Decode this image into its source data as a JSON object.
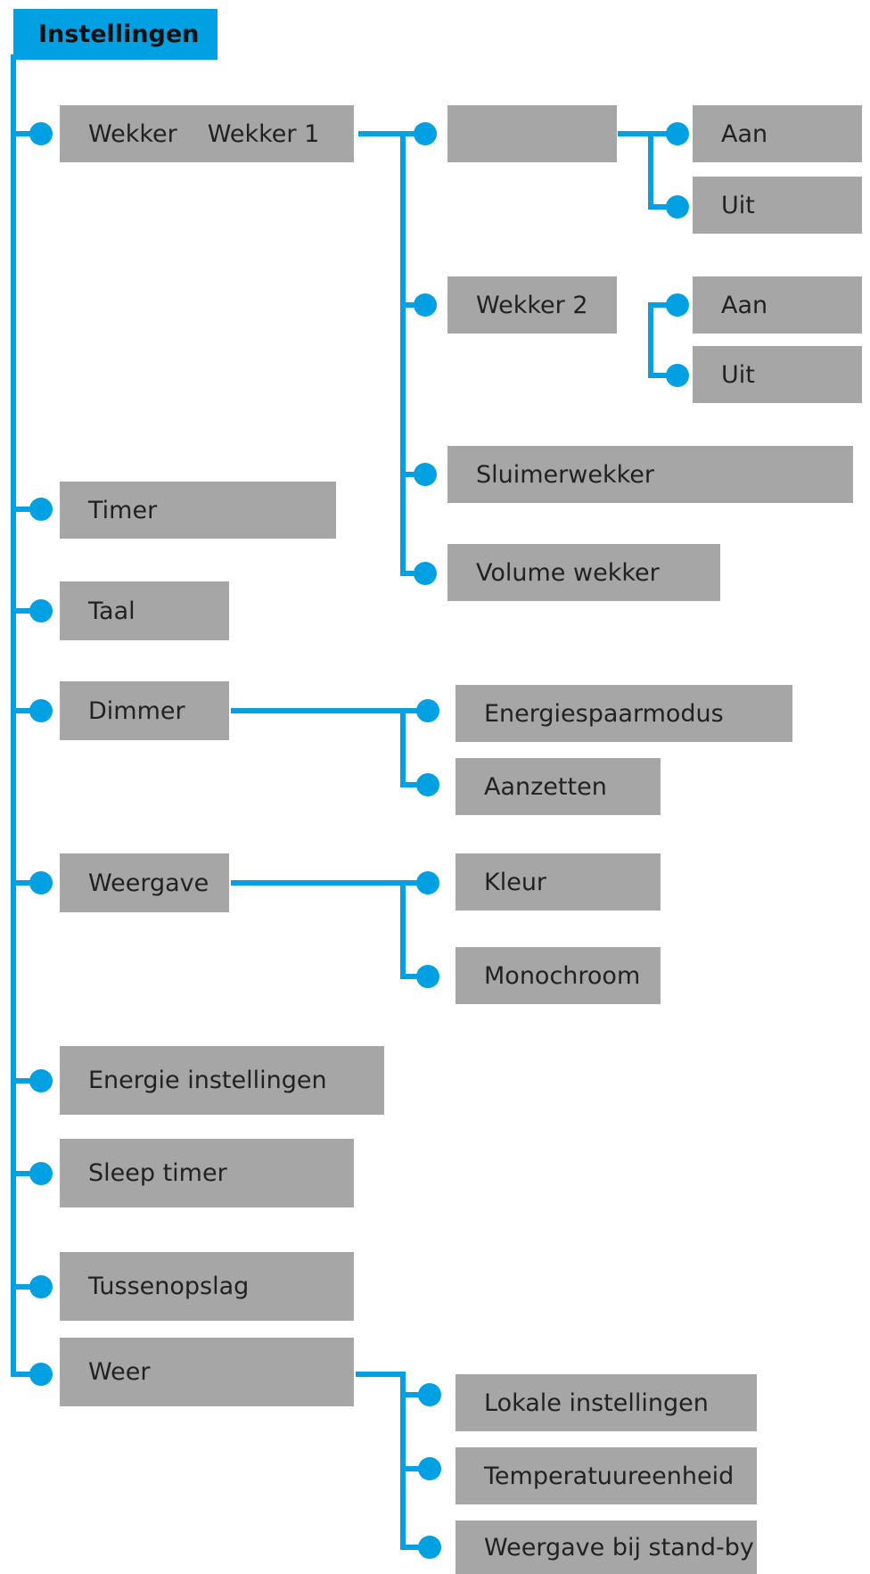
{
  "colors": {
    "accent": "#00a0e3",
    "box": "#a6a6a6",
    "text": "#222222"
  },
  "root": {
    "label": "Instellingen"
  },
  "wekker": {
    "label": "Wekker",
    "sub_label": "Wekker 1"
  },
  "wekker1_options": {
    "aan": "Aan",
    "uit": "Uit"
  },
  "wekker2": {
    "label": "Wekker 2"
  },
  "wekker2_options": {
    "aan": "Aan",
    "uit": "Uit"
  },
  "sluimerwekker": {
    "label": "Sluimerwekker"
  },
  "volume_wekker": {
    "label": "Volume wekker"
  },
  "timer": {
    "label": "Timer"
  },
  "taal": {
    "label": "Taal"
  },
  "dimmer": {
    "label": "Dimmer"
  },
  "dimmer_options": {
    "energiespaarmodus": "Energiespaarmodus",
    "aanzetten": "Aanzetten"
  },
  "weergave": {
    "label": "Weergave"
  },
  "weergave_options": {
    "kleur": "Kleur",
    "monochroom": "Monochroom"
  },
  "energie": {
    "label": "Energie instellingen"
  },
  "sleep_timer": {
    "label": "Sleep timer"
  },
  "tussenopslag": {
    "label": "Tussenopslag"
  },
  "weer": {
    "label": "Weer"
  },
  "weer_options": {
    "lokale": "Lokale instellingen",
    "temperatuur": "Temperatuureenheid",
    "standby": "Weergave bij stand-by"
  }
}
